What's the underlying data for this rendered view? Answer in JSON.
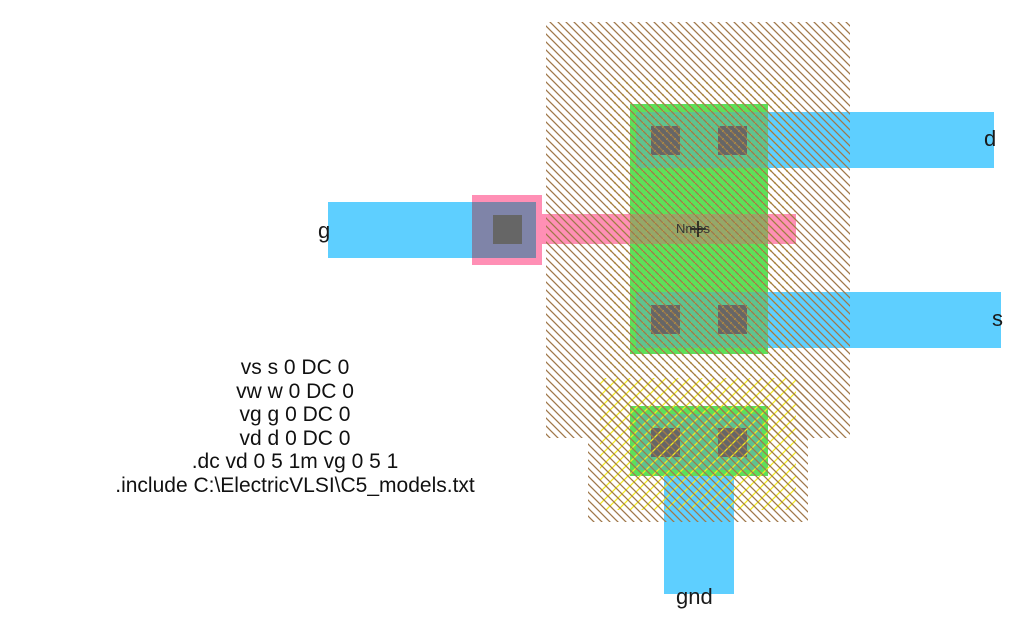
{
  "app": "Electric VLSI layout editor",
  "cell": {
    "transistor_label": "Nmos",
    "exports": {
      "gate": "g",
      "drain": "d",
      "source": "s",
      "ground": "gnd"
    }
  },
  "spice_code": [
    "vs s 0 DC 0",
    "vw w 0 DC 0",
    "vg g 0 DC 0",
    "vd d 0 DC 0",
    ".dc vd 0 5 1m vg 0 5 1",
    ".include C:\\ElectricVLSI\\C5_models.txt"
  ],
  "colors": {
    "metal1": "#5ecfff",
    "poly": "#ff8fb5",
    "active": "#5ce15a",
    "contact": "#666666",
    "nwell_hatch": "#a0784a",
    "select": "#f2ea1f",
    "poly_contact_overlap": "#7f84a8"
  }
}
